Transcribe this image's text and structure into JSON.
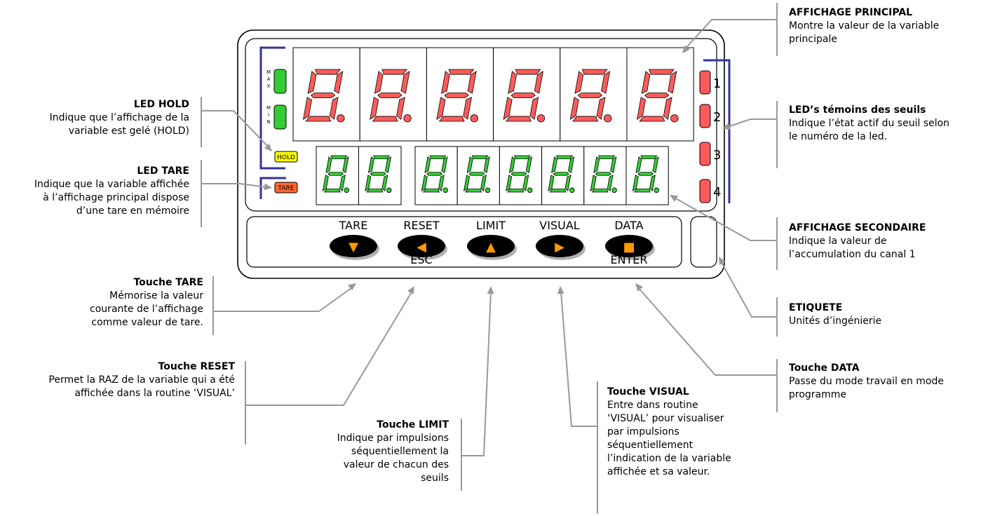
{
  "main_display": {
    "digits": 6
  },
  "secondary_display": {
    "left_digits": 2,
    "right_digits": 6
  },
  "leds": {
    "max": "MAX",
    "min": "MIN",
    "hold": "HOLD",
    "tare": "TARE",
    "thresholds": [
      "1",
      "2",
      "3",
      "4"
    ]
  },
  "keys": [
    {
      "top": "TARE",
      "bottom": "",
      "symbol": "▼"
    },
    {
      "top": "RESET",
      "bottom": "ESC",
      "symbol": "◀"
    },
    {
      "top": "LIMIT",
      "bottom": "",
      "symbol": "▲"
    },
    {
      "top": "VISUAL",
      "bottom": "",
      "symbol": "▶"
    },
    {
      "top": "DATA",
      "bottom": "ENTER",
      "symbol": "■"
    }
  ],
  "colors": {
    "red_segment": "#ff5a5a",
    "green_segment": "#33cc33",
    "blue_bracket": "#333399",
    "hold_led": "#ffff00",
    "tare_led": "#ff6633",
    "key_body": "#000000",
    "key_symbol": "#ff9900",
    "leader": "#999999"
  },
  "annotations": {
    "affichage_principal": {
      "title": "AFFICHAGE PRINCIPAL",
      "desc": "Montre la valeur de la variable\nprincipale"
    },
    "led_hold": {
      "title": "LED HOLD",
      "desc": "Indique que l’affichage de la\nvariable est gelé (HOLD)"
    },
    "led_seuils": {
      "title": "LED’s témoins des seuils",
      "desc": "Indique l’état actif du seuil selon\nle numéro de la led."
    },
    "led_tare": {
      "title": "LED TARE",
      "desc": "Indique que la variable affichée\nà l’affichage principal dispose\nd’une tare en mémoire"
    },
    "affichage_secondaire": {
      "title": "AFFICHAGE SECONDAIRE",
      "desc": "Indique la valeur de\nl’accumulation du canal 1"
    },
    "touche_tare": {
      "title": "Touche TARE",
      "desc": "Mémorise la valeur\ncourante de l’affichage\ncomme valeur de tare."
    },
    "etiquete": {
      "title": "ETIQUETE",
      "desc": "Unités d’ingénierie"
    },
    "touche_reset": {
      "title": "Touche RESET",
      "desc": "Permet la RAZ de la variable qui a été\naffichée dans la routine  ‘VISUAL’"
    },
    "touche_data": {
      "title": "Touche DATA",
      "desc": "Passe du mode travail en mode\nprogramme"
    },
    "touche_limit": {
      "title": "Touche LIMIT",
      "desc": "Indique par impulsions\nséquentiellement la\nvaleur de chacun des\nseuils"
    },
    "touche_visual": {
      "title": "Touche VISUAL",
      "desc": "Entre dans routine\n‘VISUAL’ pour visualiser\npar impulsions\nséquentiellement\nl’indication de la variable\naffichée et sa valeur."
    }
  }
}
